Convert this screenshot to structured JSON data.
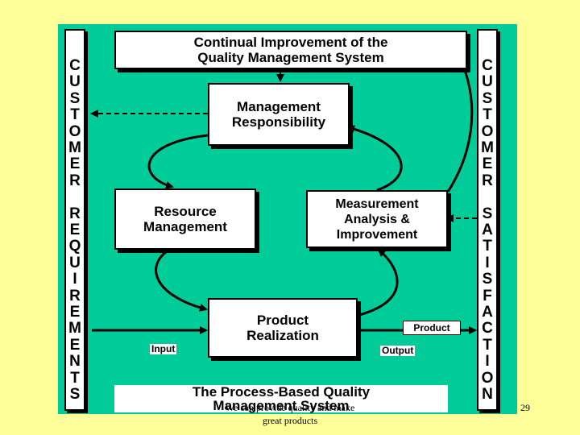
{
  "diagram": {
    "top_box": "Continual Improvement of the\nQuality Management System",
    "management_box": "Management\nResponsibility",
    "resource_box": "Resource\nManagement",
    "measurement_box": "Measurement\nAnalysis &\nImprovement",
    "product_box": "Product\nRealization",
    "input_label": "Input",
    "output_label": "Output",
    "product_label": "Product",
    "title_box": "The Process-Based Quality\nManagement System",
    "left_sidebar": [
      "C",
      "U",
      "S",
      "T",
      "O",
      "M",
      "E",
      "R",
      "",
      "R",
      "E",
      "Q",
      "U",
      "I",
      "R",
      "E",
      "M",
      "E",
      "N",
      "T",
      "S"
    ],
    "right_sidebar": [
      "C",
      "U",
      "S",
      "T",
      "O",
      "M",
      "E",
      "R",
      "",
      "S",
      "A",
      "T",
      "I",
      "S",
      "F",
      "A",
      "C",
      "T",
      "I",
      "O",
      "N"
    ]
  },
  "footer": {
    "caption_line1": "We can provide quality and make",
    "caption_line2": "great products",
    "page_number": "29"
  },
  "colors": {
    "background": "#ffff99",
    "diagram_fill": "#00cc99",
    "box_fill": "#ffffff",
    "stroke": "#000000"
  }
}
